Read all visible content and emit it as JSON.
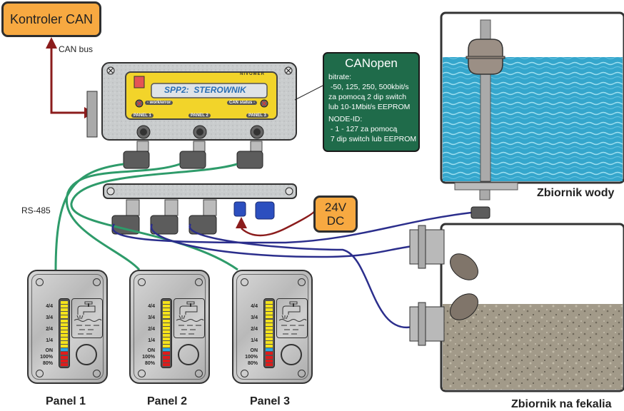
{
  "controller": {
    "label": "Kontroler CAN",
    "bus_label": "CAN bus"
  },
  "device": {
    "title": "SPP2:  STEROWNIK",
    "brand": "NIVOMER",
    "led_left_label": "- work/error",
    "led_right_label": "CAN status -",
    "ports": [
      "PANEL 1",
      "PANEL 2",
      "PANEL 3"
    ]
  },
  "canopen": {
    "title": "CANopen",
    "lines": [
      "bitrate:",
      " -50, 125, 250, 500kbit/s",
      "za pomocą 2 dip switch",
      "lub 10-1Mbit/s EEPROM",
      "NODE-ID:",
      " - 1 - 127 za pomocą",
      " 7 dip switch lub EEPROM"
    ]
  },
  "power": {
    "line1": "24V",
    "line2": "DC"
  },
  "bus_label": "RS-485",
  "panels": [
    {
      "caption": "Panel 1"
    },
    {
      "caption": "Panel 2"
    },
    {
      "caption": "Panel 3"
    }
  ],
  "panel_scale": [
    "4/4",
    "3/4",
    "2/4",
    "1/4",
    "ON",
    "100%",
    "80%"
  ],
  "tanks": {
    "water": {
      "caption": "Zbiornik wody"
    },
    "sewage": {
      "caption": "Zbiornik na fekalia"
    }
  },
  "colors": {
    "orange": "#f7a941",
    "canopen_green": "#1f6b4a",
    "rs485_wire": "#2e9b6a",
    "sensor_wire": "#2b2e8c",
    "power_wire": "#8b1c1c",
    "device_yellow": "#f2d42a",
    "water": "#37a9cf",
    "sewage": "#9c9383"
  }
}
